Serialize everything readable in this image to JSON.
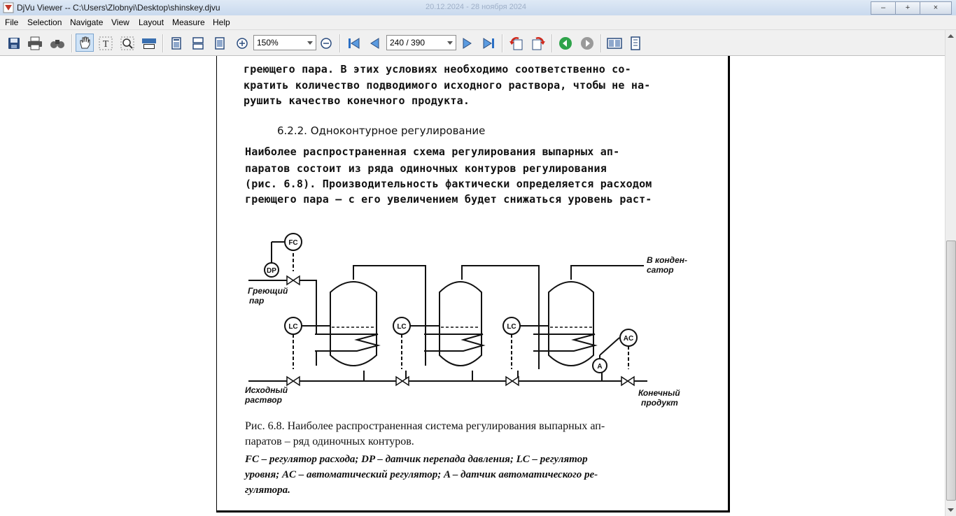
{
  "window": {
    "title": "DjVu Viewer -- C:\\Users\\Zlobnyi\\Desktop\\shinskey.djvu",
    "ghost_title": "20.12.2024 - 28 ноября 2024",
    "minimize": "–",
    "maximize": "+",
    "close": "×"
  },
  "menu": [
    "File",
    "Selection",
    "Navigate",
    "View",
    "Layout",
    "Measure",
    "Help"
  ],
  "toolbar": {
    "icons": [
      "save-icon",
      "print-icon",
      "find-icon",
      "hand-icon",
      "text-select-icon",
      "zoom-select-icon",
      "ruler-icon",
      "single-page-icon",
      "continuous-icon",
      "facing-pages-icon",
      "zoom-in-icon",
      "zoom-out-icon",
      "first-page-icon",
      "prev-page-icon",
      "next-page-icon",
      "last-page-icon",
      "rotate-left-icon",
      "rotate-right-icon",
      "back-icon",
      "forward-icon",
      "thumbnails-icon",
      "bookmarks-icon"
    ],
    "zoom": "150%",
    "page": "240 / 390"
  },
  "document": {
    "text_top": [
      "греющего пара. В этих условиях необходимо соответственно со-",
      "кратить количество подводимого исходного раствора, чтобы не на-",
      "рушить качество конечного продукта."
    ],
    "heading": "6.2.2. Одноконтурное регулирование",
    "paragraph": [
      "     Наиболее распространенная схема регулирования выпарных ап-",
      "паратов состоит из ряда одиночных контуров регулирования",
      "(рис. 6.8). Производительность фактически определяется расходом",
      "греющего пара – с его увеличением будет снижаться уровень раст-"
    ],
    "diagram": {
      "fc": "FC",
      "dp": "DP",
      "lc": "LC",
      "ac": "AC",
      "a": "A",
      "steam_1": "Греющий",
      "steam_2": "пар",
      "feed_1": "Исходный",
      "feed_2": "раствор",
      "cond_1": "В конден-",
      "cond_2": "сатор",
      "prod_1": "Конечный",
      "prod_2": "продукт"
    },
    "caption": [
      "Рис. 6.8. Наиболее распространенная система регулирования выпарных ап-",
      "паратов – ряд одиночных контуров."
    ],
    "legend": [
      "FC – регулятор расхода; DP – датчик перепада давления; LC – регулятор",
      "уровня; AC – автоматический регулятор; A – датчик автоматического ре-",
      "гулятора."
    ]
  }
}
